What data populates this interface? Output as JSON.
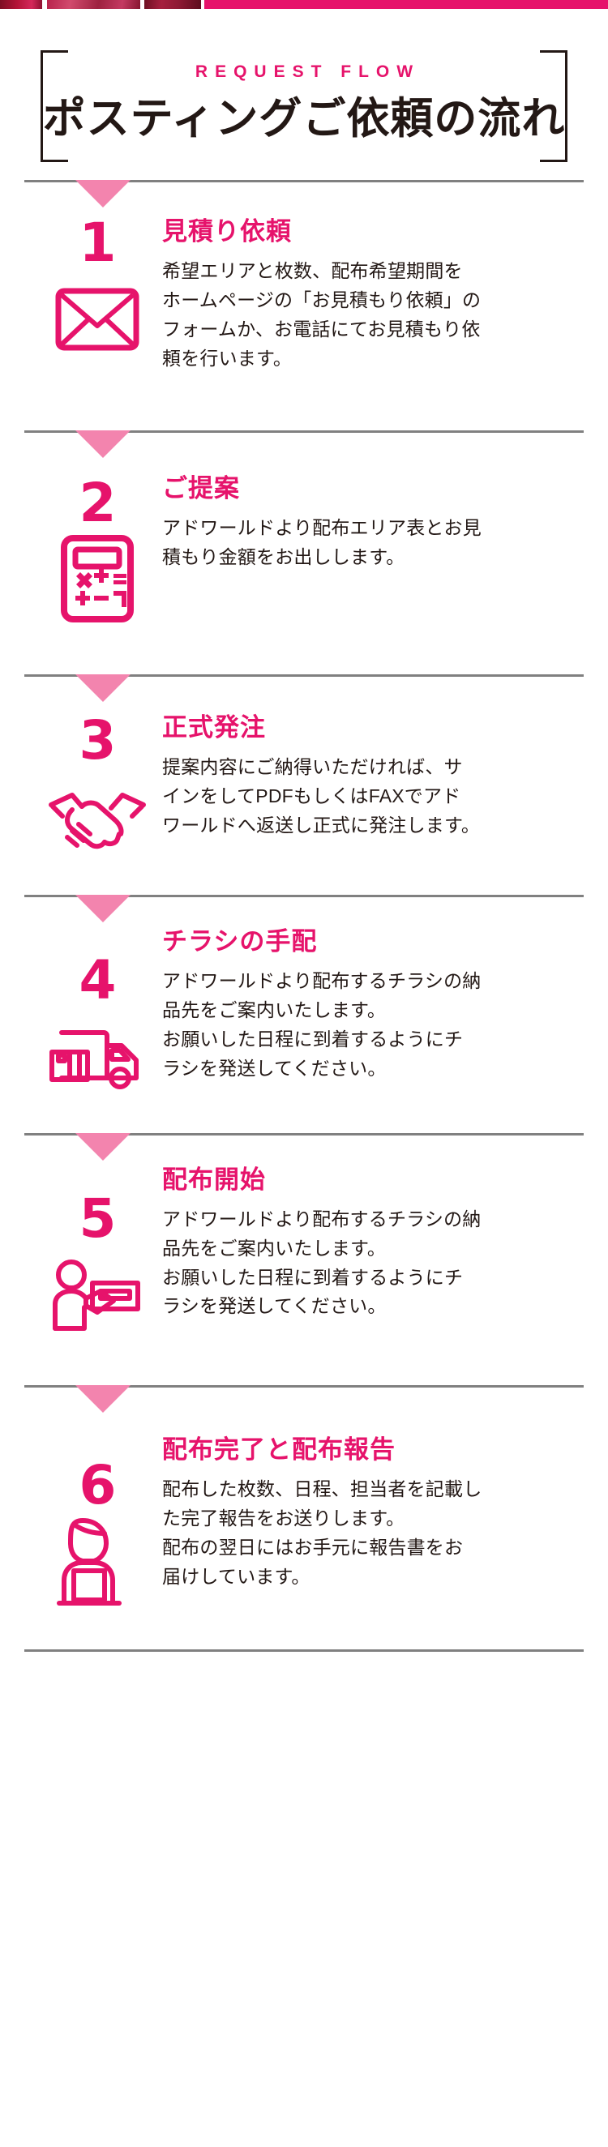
{
  "header": {
    "eyebrow": "REQUEST FLOW",
    "title": "ポスティングご依頼の流れ"
  },
  "colors": {
    "accent_pink": "#e6136b",
    "arrow_pink": "#f384ae",
    "divider_gray": "#808080",
    "body_text": "#231815"
  },
  "steps": [
    {
      "number": "1",
      "icon": "envelope-icon",
      "title": "見積り依頼",
      "body": "希望エリアと枚数、配布希望期間を\nホームページの「お見積もり依頼」の\nフォームか、お電話にてお見積もり依\n頼を行います。"
    },
    {
      "number": "2",
      "icon": "calculator-icon",
      "title": "ご提案",
      "body": "アドワールドより配布エリア表とお見\n積もり金額をお出しします。"
    },
    {
      "number": "3",
      "icon": "handshake-icon",
      "title": "正式発注",
      "body": "提案内容にご納得いただければ、サ\nインをしてPDFもしくはFAXでアド\nワールドへ返送し正式に発注します。"
    },
    {
      "number": "4",
      "icon": "delivery-truck-icon",
      "title": "チラシの手配",
      "body": "アドワールドより配布するチラシの納\n品先をご案内いたします。\nお願いした日程に到着するようにチ\nラシを発送してください。"
    },
    {
      "number": "5",
      "icon": "flyer-posting-icon",
      "title": "配布開始",
      "body": "アドワールドより配布するチラシの納\n品先をご案内いたします。\nお願いした日程に到着するようにチ\nラシを発送してください。"
    },
    {
      "number": "6",
      "icon": "person-laptop-icon",
      "title": "配布完了と配布報告",
      "body": "配布した枚数、日程、担当者を記載し\nた完了報告をお送りします。\n配布の翌日にはお手元に報告書をお\n届けしています。"
    }
  ]
}
